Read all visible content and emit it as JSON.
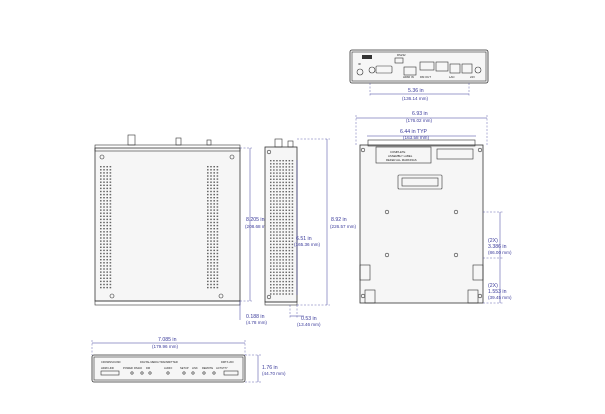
{
  "dims": {
    "rear_width": {
      "value": "5.36 in",
      "metric": "(136.14 mm)"
    },
    "top_width": {
      "value": "6.93 in",
      "metric": "(176.02 mm)"
    },
    "top_inner": {
      "value": "6.44 in TYP",
      "metric": "(163.58 mm)"
    },
    "side_height": {
      "value": "8.205 in",
      "metric": "(208.68 mm)"
    },
    "side_offset": {
      "value": "0.188 in",
      "metric": "(4.78 mm)"
    },
    "end_overall": {
      "value": "8.92 in",
      "metric": "(226.57 mm)"
    },
    "end_inner": {
      "value": "6.51 in",
      "metric": "(165.36 mm)"
    },
    "end_bottom": {
      "value": "0.53 in",
      "metric": "(13.46 mm)"
    },
    "hole_a": {
      "value": "(2X)",
      "value2": "3.386 in",
      "metric": "(86.00 mm)"
    },
    "hole_b": {
      "value": "(2X)",
      "value2": "1.553 in",
      "metric": "(39.45 mm)"
    },
    "front_width": {
      "value": "7.085 in",
      "metric": "(179.96 mm)"
    },
    "front_height": {
      "value": "1.76 in",
      "metric": "(44.70 mm)"
    }
  },
  "front_panel": {
    "brand": "CROWNSOUND",
    "title": "DIGITAL MEDIA TRANSMITTER",
    "model": "DMTX-200",
    "labels": [
      "HDMI LINK",
      "POWER",
      "RS232",
      "DM",
      "AUDIO",
      "SETUP",
      "LINK",
      "REMOTE",
      "ACTIVITY"
    ]
  },
  "top_label": {
    "line1": "COMPLETE",
    "line2": "ASSEMBLY LABEL",
    "line3": "REFER ALL MARKINGS"
  },
  "rear_panel": {
    "labels": [
      "RS232",
      "IR",
      "HDMI IN",
      "DM OUT",
      "LAN",
      "24V"
    ]
  }
}
